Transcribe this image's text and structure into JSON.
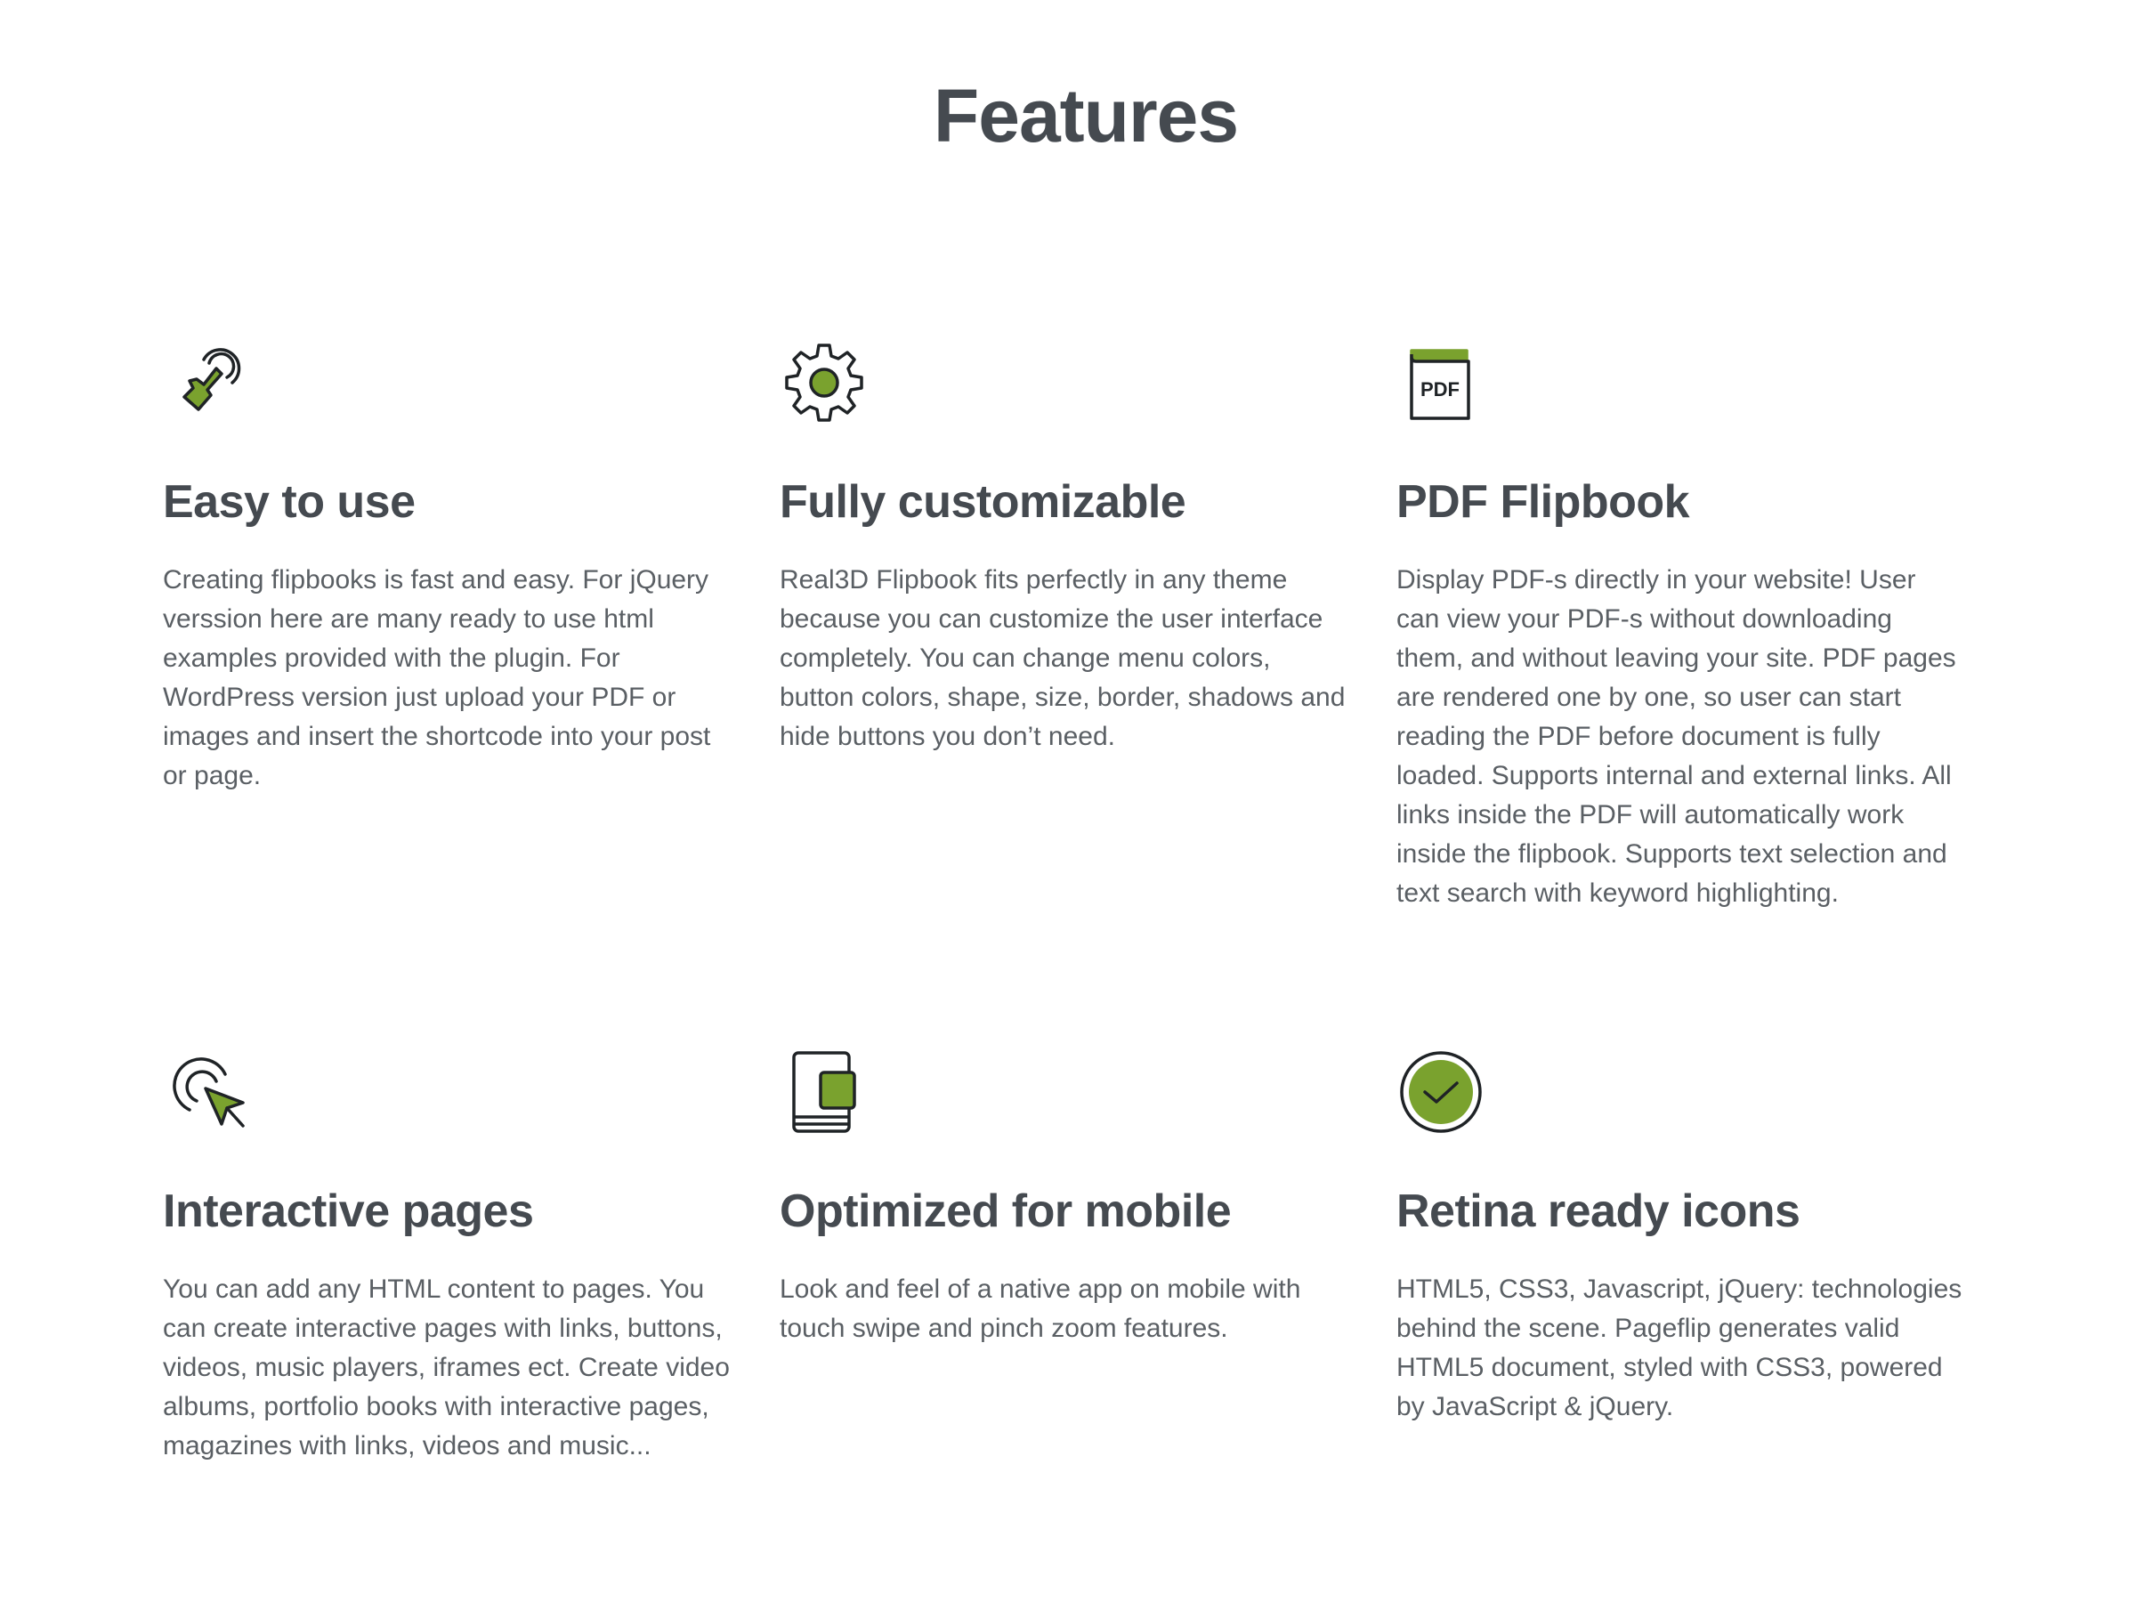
{
  "page": {
    "title": "Features"
  },
  "colors": {
    "accent": "#7aa22e",
    "heading": "#454a50",
    "body_text": "#5a5f64",
    "icon_stroke": "#1f2326"
  },
  "features": [
    {
      "icon": "touch-hand-icon",
      "title": "Easy to use",
      "description": "Creating flipbooks is fast and easy. For jQuery verssion here are many ready to use html examples provided with the plugin. For WordPress version just upload your PDF or images and insert the shortcode into your post or page."
    },
    {
      "icon": "gear-icon",
      "title": "Fully customizable",
      "description": "Real3D Flipbook fits perfectly in any theme because you can customize the user interface completely. You can change menu colors, button colors, shape, size, border, shadows and hide buttons you don’t need."
    },
    {
      "icon": "pdf-book-icon",
      "icon_label": "PDF",
      "title": "PDF Flipbook",
      "description": "Display PDF-s directly in your website! User can view your PDF-s without downloading them, and without leaving your site. PDF pages are rendered one by one, so user can start reading the PDF before document is fully loaded. Supports internal and external links. All links inside the PDF will automatically work inside the flipbook. Supports text selection and text search with keyword highlighting."
    },
    {
      "icon": "click-cursor-icon",
      "title": "Interactive pages",
      "description": "You can add any HTML content to pages. You can create interactive pages with links, buttons, videos, music players, iframes ect. Create video albums, portfolio books with interactive pages, magazines with links, videos and music..."
    },
    {
      "icon": "mobile-devices-icon",
      "title": "Optimized for mobile",
      "description": "Look and feel of a native app on mobile with touch swipe and pinch zoom features."
    },
    {
      "icon": "check-circle-icon",
      "title": "Retina ready icons",
      "description": "HTML5, CSS3, Javascript, jQuery: technologies behind the scene. Pageflip generates valid HTML5 document, styled with CSS3, powered by JavaScript & jQuery."
    }
  ]
}
